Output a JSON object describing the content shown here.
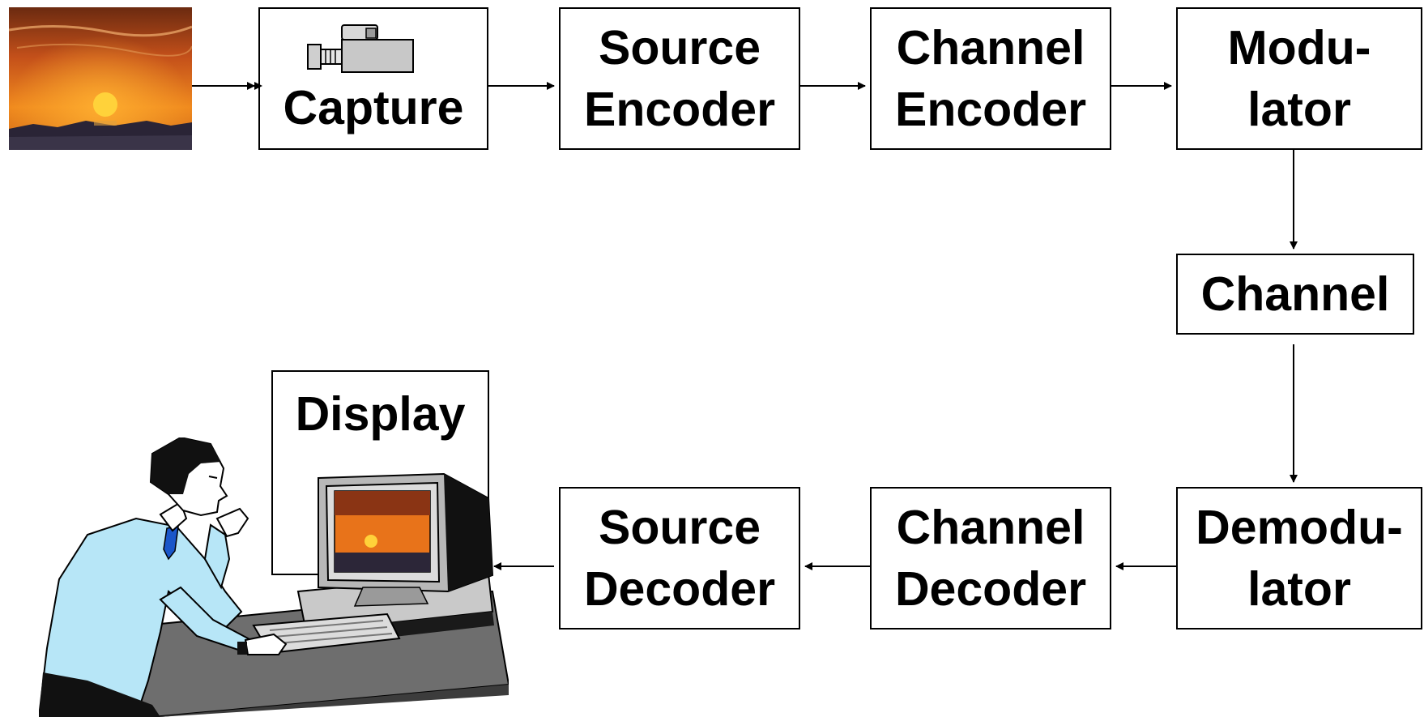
{
  "blocks": {
    "capture": "Capture",
    "source_encoder": [
      "Source",
      "Encoder"
    ],
    "channel_encoder": [
      "Channel",
      "Encoder"
    ],
    "modulator": [
      "Modu-",
      "lator"
    ],
    "channel": "Channel",
    "demodulator": [
      "Demodu-",
      "lator"
    ],
    "channel_decoder": [
      "Channel",
      "Decoder"
    ],
    "source_decoder": [
      "Source",
      "Decoder"
    ],
    "display": "Display"
  },
  "icons": {
    "scene": "sunset-image",
    "camera": "video-camera-icon",
    "viewer": "person-at-computer-illustration"
  },
  "colors": {
    "line": "#000000",
    "sky": "#e8731a",
    "sun": "#ffcc33",
    "shirt": "#b7e6f7",
    "tie": "#1a56c9"
  }
}
